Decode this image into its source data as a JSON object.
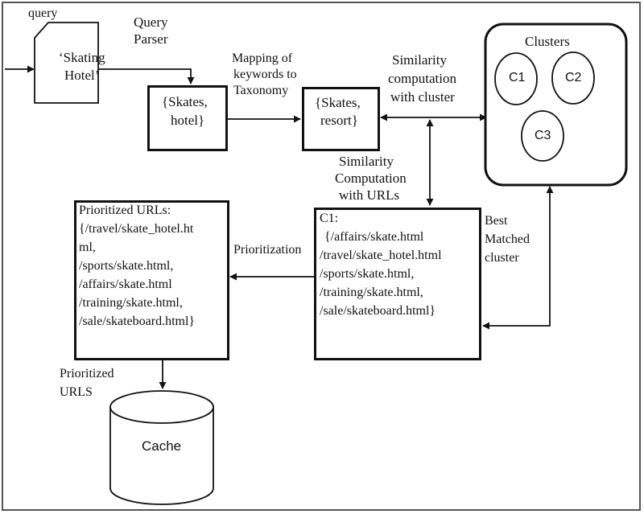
{
  "query": {
    "label": "query",
    "value_line1": "‘Skating",
    "value_line2": "Hotel’"
  },
  "query_parser": {
    "line1": "Query",
    "line2": "Parser"
  },
  "keywords_box": {
    "line1": "{Skates,",
    "line2": "hotel}"
  },
  "mapping_label": {
    "line1": "Mapping of",
    "line2": "keywords to",
    "line3": "Taxonomy"
  },
  "taxonomy_box": {
    "line1": "{Skates,",
    "line2": "resort}"
  },
  "similarity_cluster_label": {
    "line1": "Similarity",
    "line2": "computation",
    "line3": "with cluster"
  },
  "clusters": {
    "title": "Clusters",
    "items": [
      "C1",
      "C2",
      "C3"
    ]
  },
  "similarity_urls_label": {
    "line1": "Similarity",
    "line2": "Computation",
    "line3": "with URLs"
  },
  "c1_box": {
    "lines": [
      "C1:",
      "{/affairs/skate.html",
      "/travel/skate_hotel.html",
      "/sports/skate.html,",
      "/training/skate.html,",
      "/sale/skateboard.html}"
    ]
  },
  "best_matched_label": {
    "line1": "Best",
    "line2": "Matched",
    "line3": "cluster"
  },
  "prioritization_label": "Prioritization",
  "prioritized_box": {
    "lines": [
      "Prioritized URLs:",
      "{/travel/skate_hotel.ht",
      "ml,",
      "/sports/skate.html,",
      "/affairs/skate.html",
      "/training/skate.html,",
      "/sale/skateboard.html}"
    ]
  },
  "prioritized_urls_label": {
    "line1": "Prioritized",
    "line2": "URLS"
  },
  "cache": {
    "label": "Cache"
  }
}
